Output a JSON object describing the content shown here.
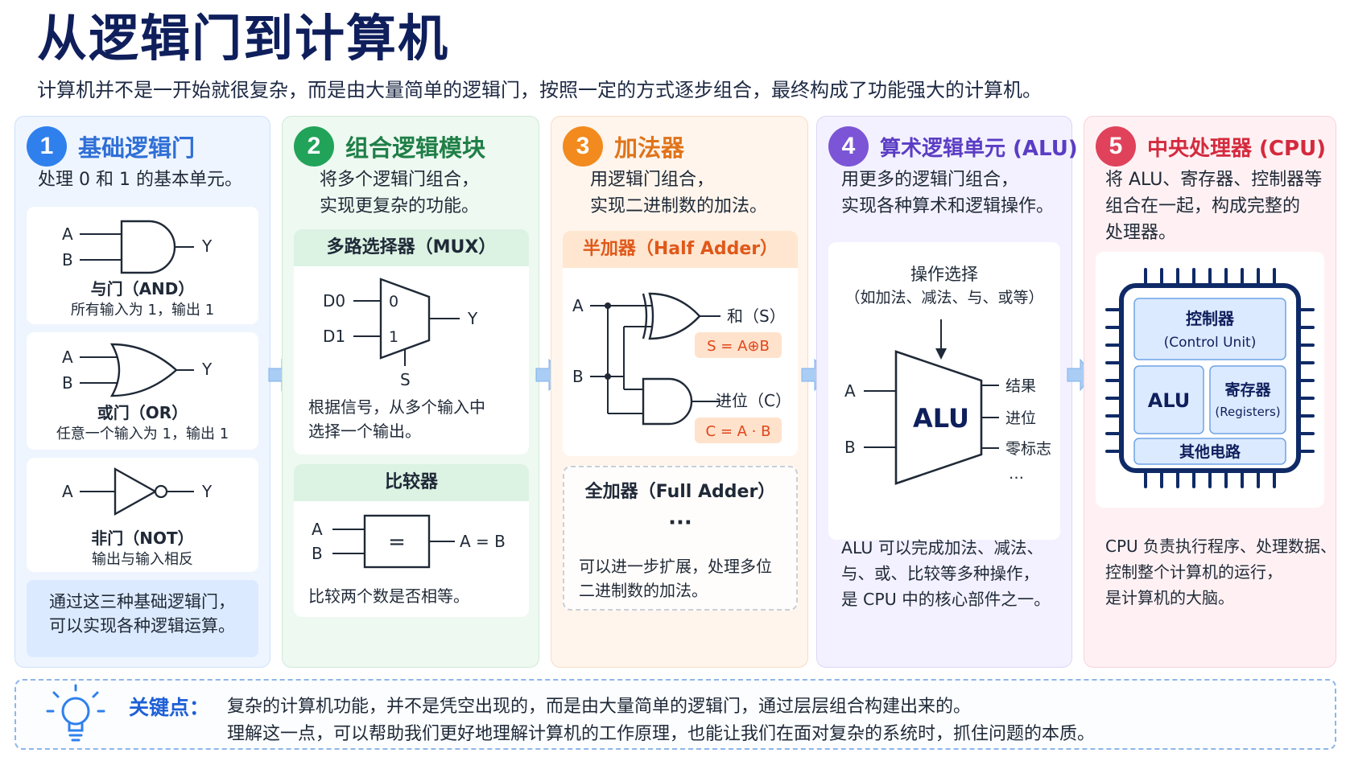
{
  "title": "从逻辑门到计算机",
  "subtitle": "计算机并不是一开始就很复杂，而是由大量简单的逻辑门，按照一定的方式逐步组合，最终构成了功能强大的计算机。",
  "colors": {
    "blue": "#2f80ed",
    "green": "#22a35a",
    "orange": "#f28a1e",
    "purple": "#7b55d6",
    "red": "#e0425b",
    "navy": "#0f1f5c"
  },
  "sections": {
    "s1": {
      "num": "1",
      "title": "基础逻辑门",
      "desc": "处理 0 和 1 的基本单元。",
      "and_gate": {
        "in_a": "A",
        "in_b": "B",
        "out": "Y",
        "name": "与门（AND）",
        "rule": "所有输入为 1，输出 1"
      },
      "or_gate": {
        "in_a": "A",
        "in_b": "B",
        "out": "Y",
        "name": "或门（OR）",
        "rule": "任意一个输入为 1，输出 1"
      },
      "not_gate": {
        "in_a": "A",
        "out": "Y",
        "name": "非门（NOT）",
        "rule": "输出与输入相反"
      },
      "note_1": "通过这三种基础逻辑门，",
      "note_2": "可以实现各种逻辑运算。"
    },
    "s2": {
      "num": "2",
      "title": "组合逻辑模块",
      "desc_1": "将多个逻辑门组合，",
      "desc_2": "实现更复杂的功能。",
      "mux": {
        "title": "多路选择器（MUX）",
        "d0": "D0",
        "d1": "D1",
        "port0": "0",
        "port1": "1",
        "out": "Y",
        "sel": "S",
        "text_1": "根据信号，从多个输入中",
        "text_2": "选择一个输出。"
      },
      "cmp": {
        "title": "比较器",
        "in_a": "A",
        "in_b": "B",
        "symbol": "=",
        "out": "A = B",
        "text": "比较两个数是否相等。"
      }
    },
    "s3": {
      "num": "3",
      "title": "加法器",
      "desc_1": "用逻辑门组合，",
      "desc_2": "实现二进制数的加法。",
      "half": {
        "title": "半加器（Half Adder）",
        "in_a": "A",
        "in_b": "B",
        "sum_label": "和（S）",
        "sum_formula": "S = A⊕B",
        "carry_label": "进位（C）",
        "carry_formula": "C = A · B"
      },
      "full": {
        "title": "全加器（Full Adder）",
        "dots": "···",
        "text_1": "可以进一步扩展，处理多位",
        "text_2": "二进制数的加法。"
      }
    },
    "s4": {
      "num": "4",
      "title": "算术逻辑单元 (ALU)",
      "desc_1": "用更多的逻辑门组合，",
      "desc_2": "实现各种算术和逻辑操作。",
      "diagram": {
        "op_title": "操作选择",
        "op_sub": "（如加法、减法、与、或等）",
        "in_a": "A",
        "in_b": "B",
        "alu": "ALU",
        "out_1": "结果",
        "out_2": "进位",
        "out_3": "零标志",
        "out_more": "…"
      },
      "text_1": "ALU 可以完成加法、减法、",
      "text_2": "与、或、比较等多种操作，",
      "text_3": "是 CPU 中的核心部件之一。"
    },
    "s5": {
      "num": "5",
      "title": "中央处理器 (CPU)",
      "desc_1": "将 ALU、寄存器、控制器等",
      "desc_2": "组合在一起，构成完整的",
      "desc_3": "处理器。",
      "chip": {
        "cu_1": "控制器",
        "cu_2": "(Control Unit)",
        "alu": "ALU",
        "reg_1": "寄存器",
        "reg_2": "(Registers)",
        "other": "其他电路"
      },
      "text_1": "CPU 负责执行程序、处理数据、",
      "text_2": "控制整个计算机的运行，",
      "text_3": "是计算机的大脑。"
    }
  },
  "key": {
    "icon": "lightbulb-icon",
    "label": "关键点：",
    "line_1": "复杂的计算机功能，并不是凭空出现的，而是由大量简单的逻辑门，通过层层组合构建出来的。",
    "line_2": "理解这一点，可以帮助我们更好地理解计算机的工作原理，也能让我们在面对复杂的系统时，抓住问题的本质。"
  }
}
